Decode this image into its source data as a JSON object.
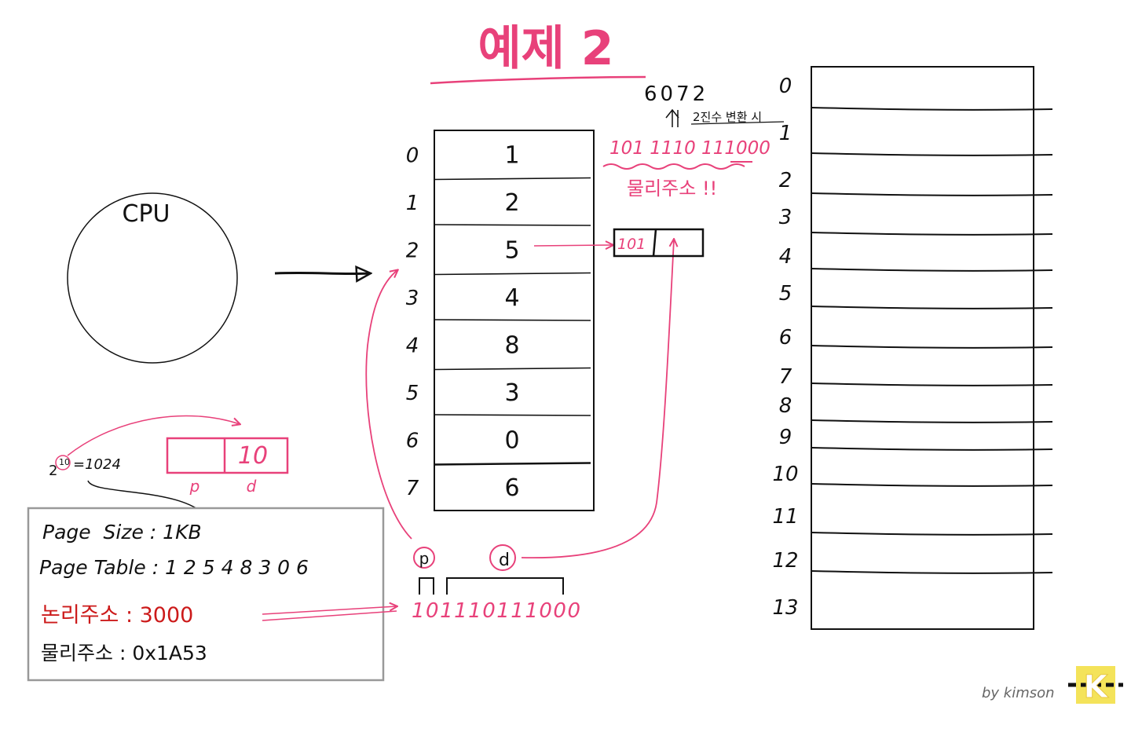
{
  "title": "예제 2",
  "cpu_label": "CPU",
  "power_label": "2",
  "power_exponent": "10",
  "power_result": "=1024",
  "offset_value": "10",
  "address_split_labels": {
    "p": "p",
    "d": "d"
  },
  "info_box": {
    "page_size": "Page  Size : 1KB",
    "page_table": "Page Table : 1 2 5 4 8 3 0 6",
    "logical_address": "논리주소 : 3000",
    "physical_address": "물리주소 : 0x1A53"
  },
  "page_table": {
    "indices": [
      "0",
      "1",
      "2",
      "3",
      "4",
      "5",
      "6",
      "7"
    ],
    "frames": [
      "1",
      "2",
      "5",
      "4",
      "8",
      "3",
      "0",
      "6"
    ]
  },
  "logical_bits": "101110111000",
  "physical_calc": {
    "decimal": "6072",
    "binary_note": "2진수 변환 시",
    "binary": "101 1110 111000",
    "label": "물리주소 !!"
  },
  "frame_register": {
    "frame": "101"
  },
  "memory_indices": [
    "0",
    "1",
    "2",
    "3",
    "4",
    "5",
    "6",
    "7",
    "8",
    "9",
    "10",
    "11",
    "12",
    "13"
  ],
  "signature": "by kimson",
  "logo": "K",
  "colors": {
    "accent": "#e8417a",
    "ink": "#111111",
    "warn": "#cc1a1a",
    "box": "#999999",
    "logo_bg": "#f4e35a"
  }
}
